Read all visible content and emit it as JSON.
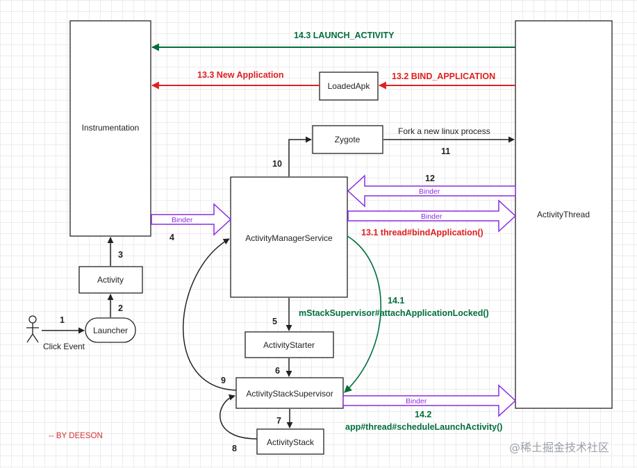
{
  "nodes": {
    "instrumentation": "Instrumentation",
    "activity_thread": "ActivityThread",
    "loaded_apk": "LoadedApk",
    "zygote": "Zygote",
    "activity_manager_service": "ActivityManagerService",
    "activity": "Activity",
    "launcher": "Launcher",
    "activity_starter": "ActivityStarter",
    "activity_stack_supervisor": "ActivityStackSupervisor",
    "activity_stack": "ActivityStack",
    "actor": "Click Event"
  },
  "edges": {
    "e1": "1",
    "e2": "2",
    "e3": "3",
    "e4": "4",
    "e5": "5",
    "e6": "6",
    "e7": "7",
    "e8": "8",
    "e9": "9",
    "e10": "10",
    "e11": "11",
    "e12": "12",
    "fork_label": "Fork a new linux process",
    "launch_activity": "14.3  LAUNCH_ACTIVITY",
    "new_application": "13.3  New Application",
    "bind_application": "13.2  BIND_APPLICATION",
    "bind_application_call": "13.1  thread#bindApplication()",
    "attach_num": "14.1",
    "attach_call": "mStackSupervisor#attachApplicationLocked()",
    "schedule_num": "14.2",
    "schedule_call": "app#thread#scheduleLaunchActivity()",
    "binder": "Binder"
  },
  "signature": "-- BY DEESON",
  "watermark": "@稀土掘金技术社区",
  "colors": {
    "red": "#e02020",
    "green": "#006e3c",
    "purple": "#8a2be2",
    "black": "#222222"
  }
}
